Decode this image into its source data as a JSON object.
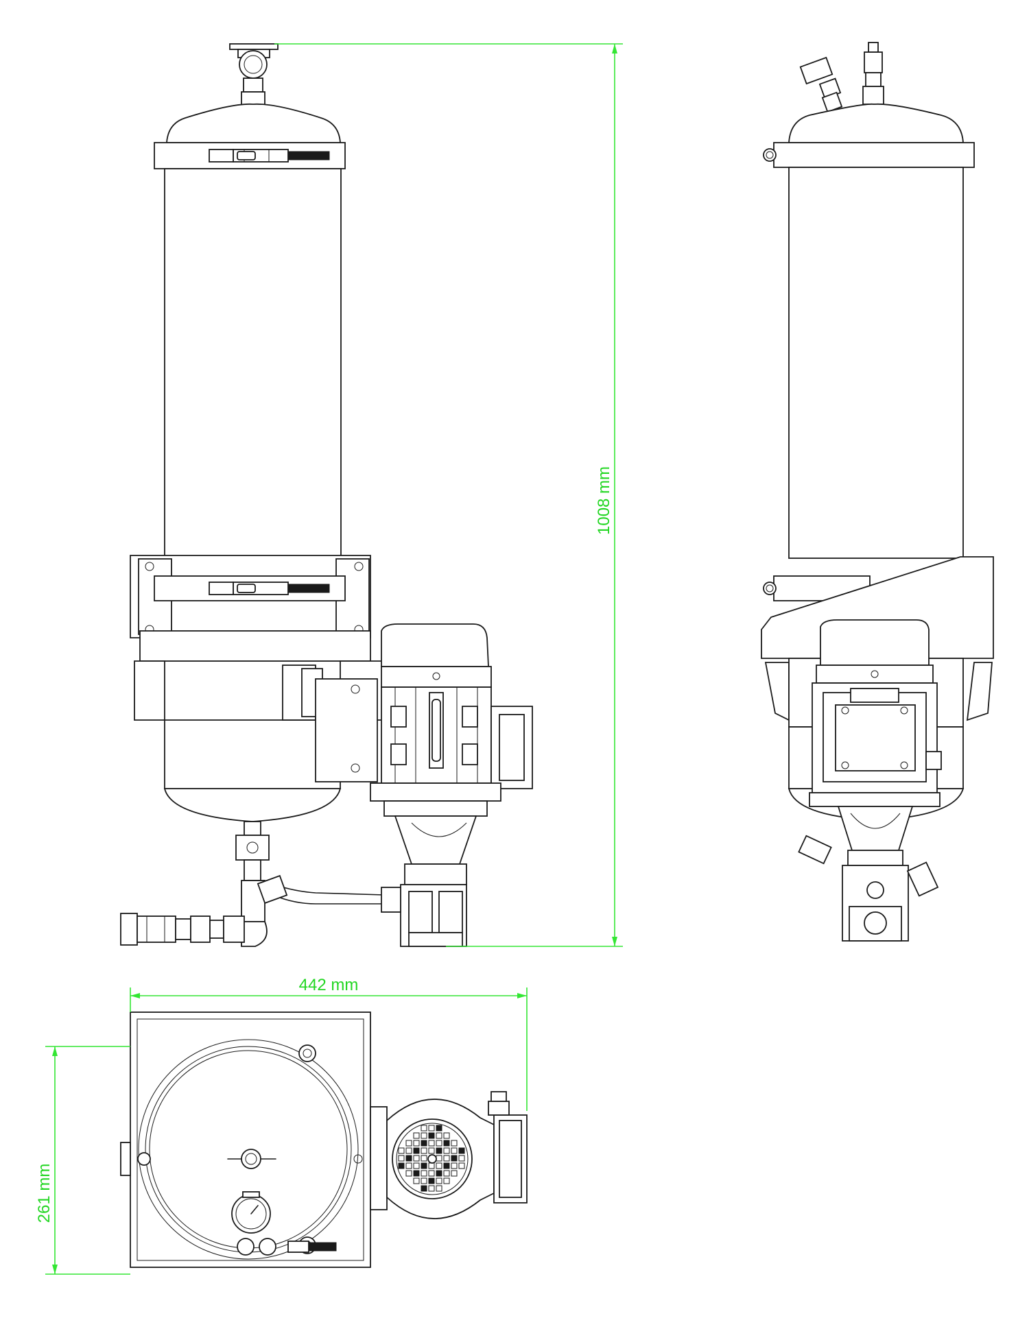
{
  "dimensions": {
    "height": "1008 mm",
    "width": "442 mm",
    "depth": "261 mm"
  },
  "colors": {
    "line": "#1a1a1a",
    "dimension": "#33e633",
    "background": "#ffffff"
  },
  "views": [
    "front-view",
    "side-view",
    "top-view"
  ]
}
